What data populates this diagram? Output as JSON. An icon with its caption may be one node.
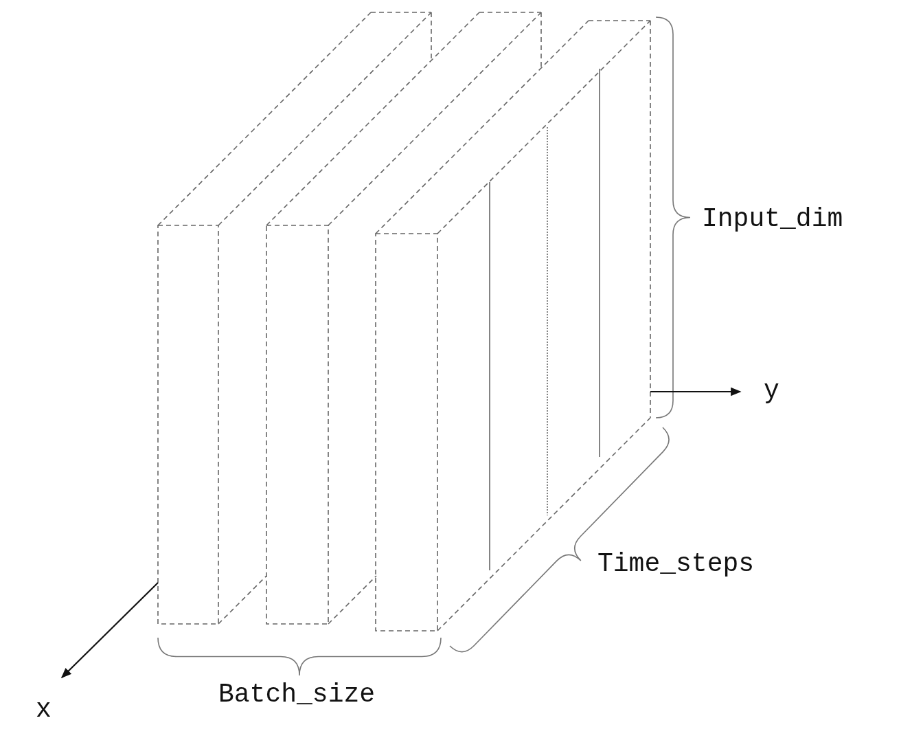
{
  "diagram": {
    "labels": [
      "Input_dim",
      "y",
      "Time_steps",
      "Batch_size",
      "x"
    ]
  }
}
